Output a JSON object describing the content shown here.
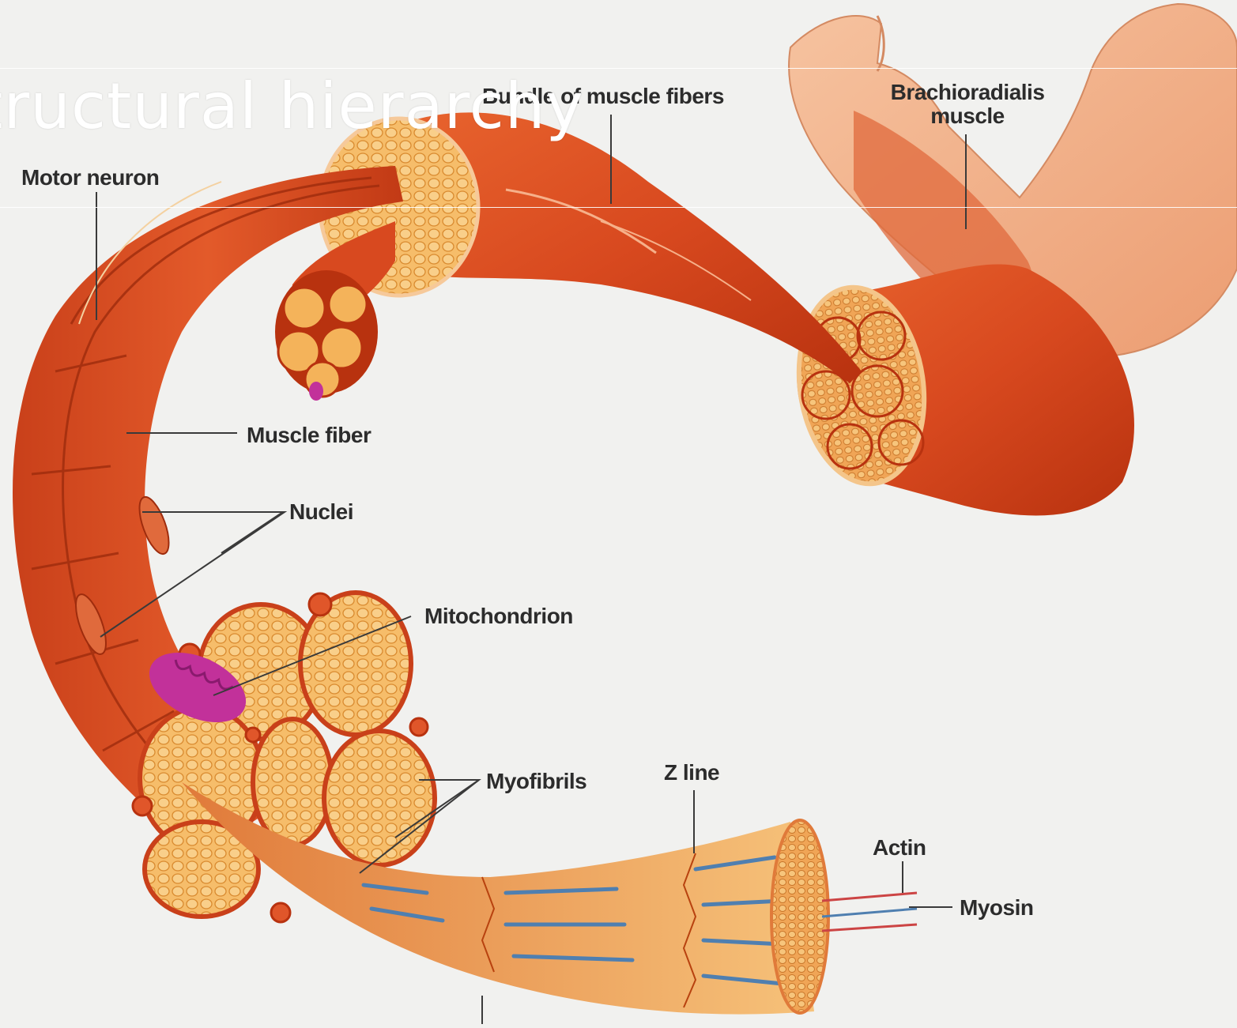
{
  "slide": {
    "title": "tructural hierarchy"
  },
  "labels": {
    "motor_neuron": "Motor neuron",
    "bundle_of_muscle_fibers": "Bundle of muscle fibers",
    "brachioradialis_line1": "Brachioradialis",
    "brachioradialis_line2": "muscle",
    "muscle_fiber": "Muscle fiber",
    "nuclei": "Nuclei",
    "mitochondrion": "Mitochondrion",
    "myofibrils": "Myofibrils",
    "z_line": "Z line",
    "actin": "Actin",
    "myosin": "Myosin"
  },
  "colors": {
    "background": "#f1f1ef",
    "muscle_red": "#d8491f",
    "muscle_dark": "#b8320f",
    "fascicle_tan": "#f4b35a",
    "skin": "#f3b089",
    "mitochondrion": "#c2319a",
    "myosin_blue": "#4f7fb0",
    "label_text": "#2c2c2c"
  }
}
